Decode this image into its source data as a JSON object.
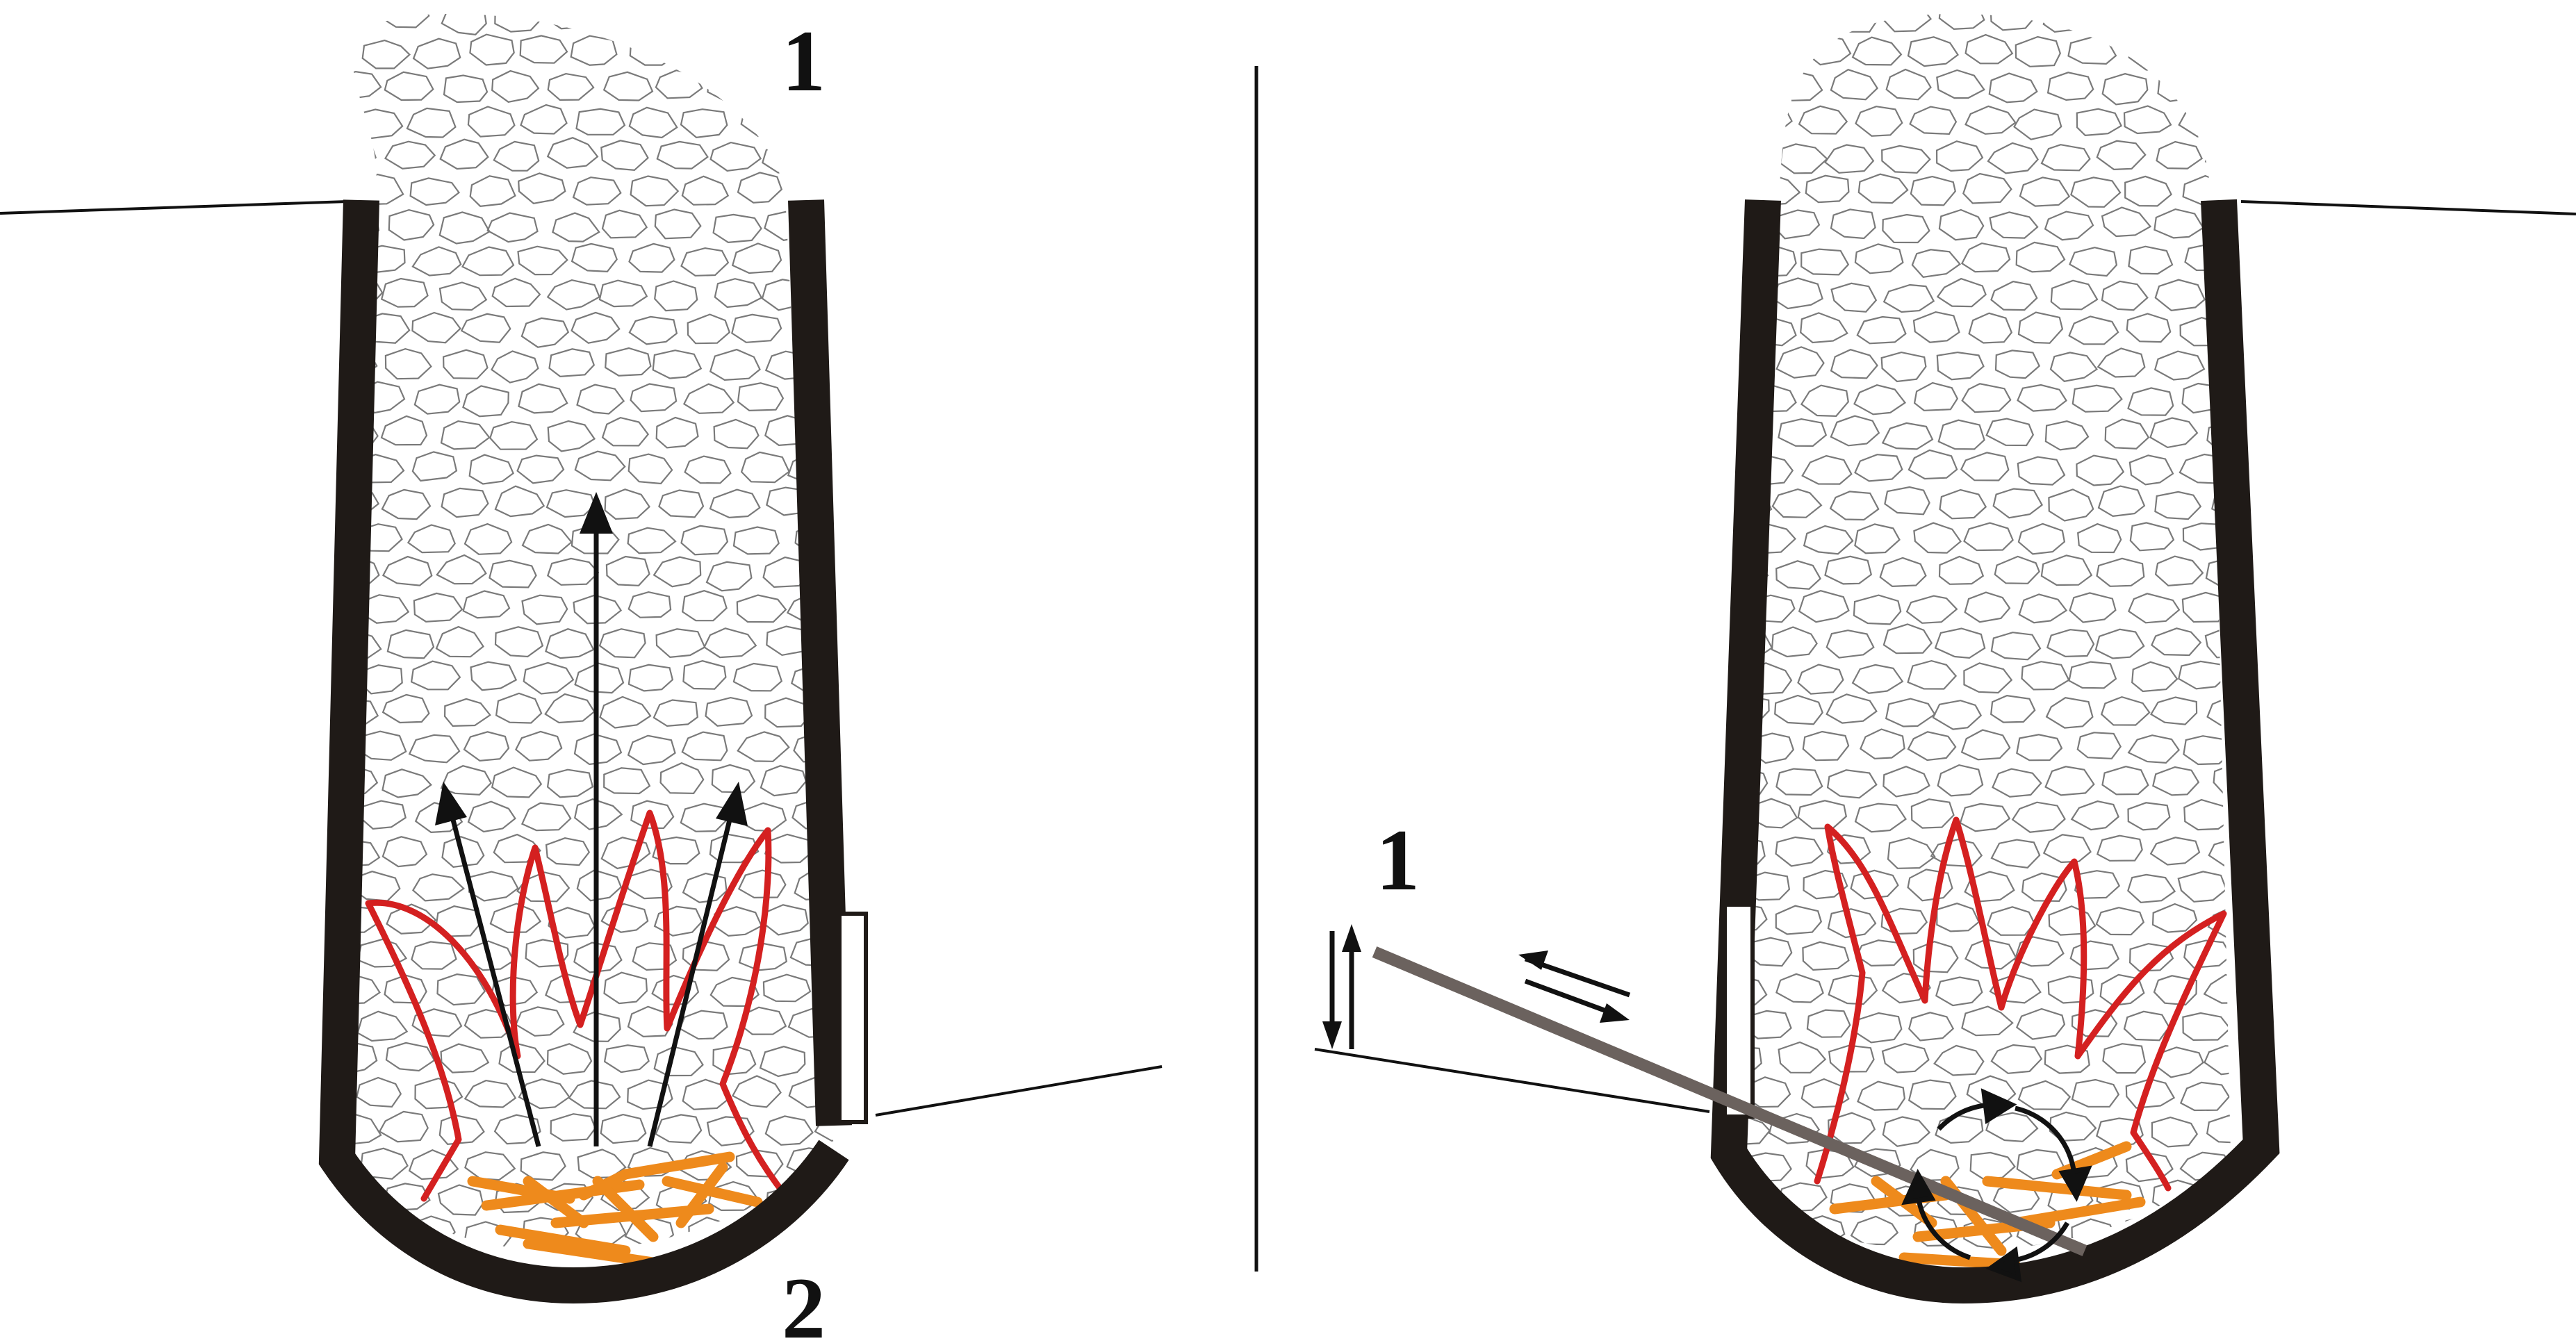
{
  "left_figure": {
    "top_label": "1",
    "bottom_label": "2"
  },
  "right_figure": {
    "rod_label": "1"
  },
  "colors": {
    "wall": "#1f1a17",
    "flame": "#d42020",
    "fuel": "#ee8a1c",
    "stone_outline": "#7a7a7a",
    "rod": "#6b625e"
  },
  "icons": {
    "up_arrow": "up-arrow-icon",
    "rotation": "circular-rotation-arrows-icon",
    "reciprocating": "double-headed-arrow-icon"
  }
}
